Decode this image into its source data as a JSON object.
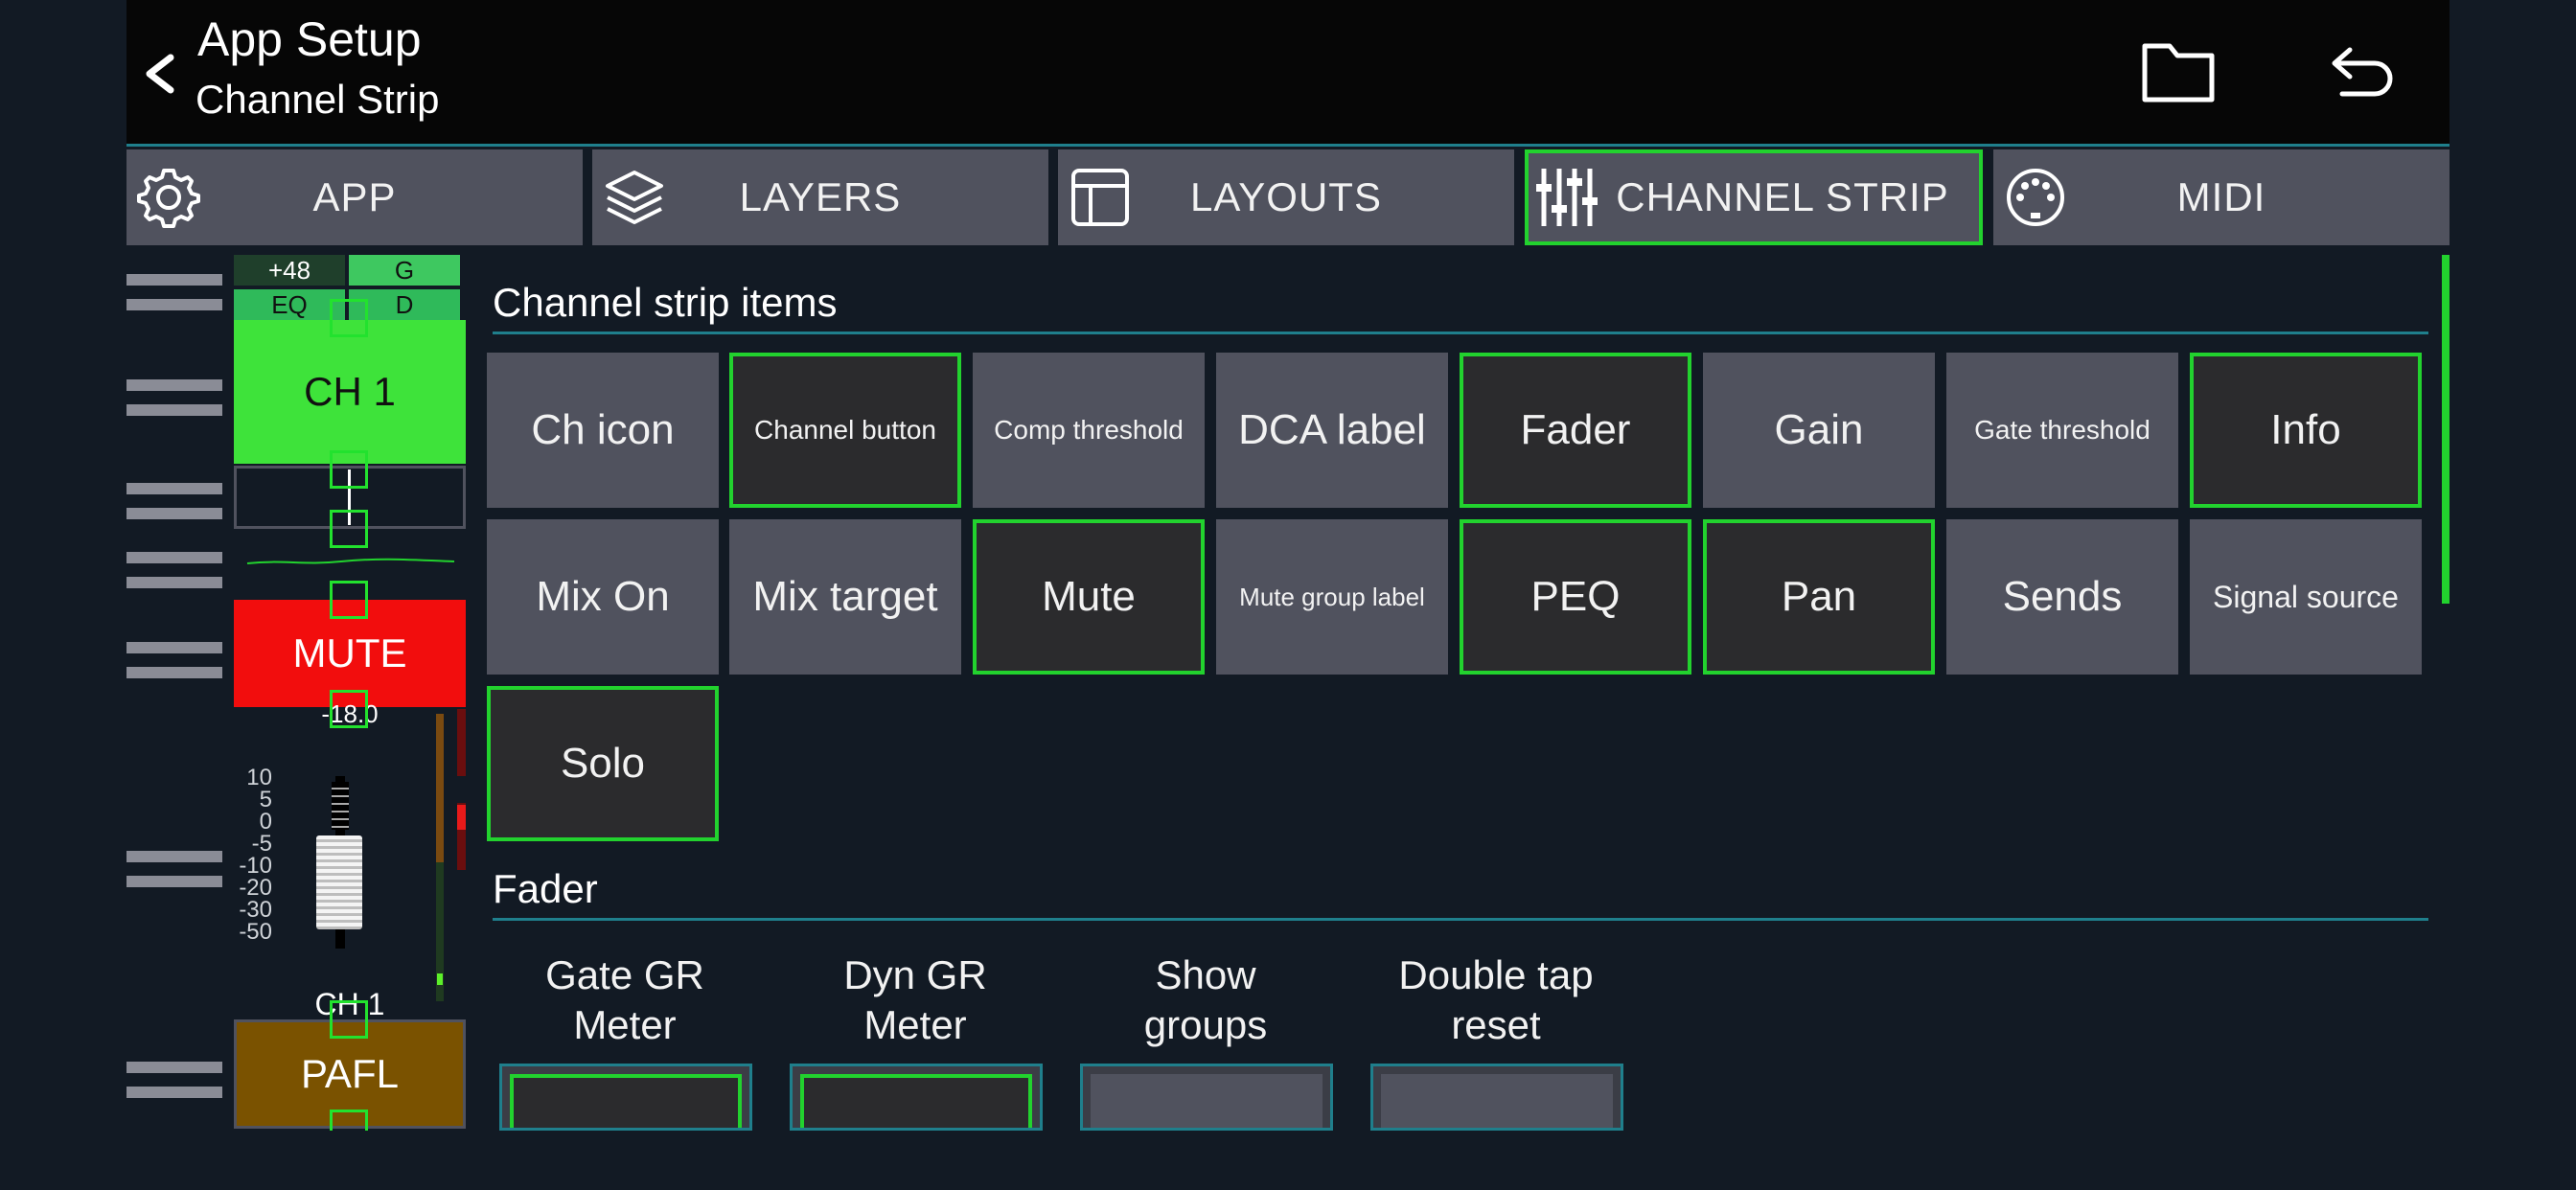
{
  "header": {
    "title": "App Setup",
    "subtitle": "Channel Strip",
    "back_icon": "chevron-left-icon",
    "folder_icon": "folder-icon",
    "undo_icon": "undo-icon"
  },
  "tabs": [
    {
      "label": "APP",
      "icon": "gear-icon",
      "active": false
    },
    {
      "label": "LAYERS",
      "icon": "layers-icon",
      "active": false
    },
    {
      "label": "LAYOUTS",
      "icon": "layout-icon",
      "active": false
    },
    {
      "label": "CHANNEL STRIP",
      "icon": "sliders-icon",
      "active": true
    },
    {
      "label": "MIDI",
      "icon": "midi-icon",
      "active": false
    }
  ],
  "preview": {
    "phantom": "+48",
    "gate": "G",
    "eq": "EQ",
    "dyn": "D",
    "channel": "CH 1",
    "mute": "MUTE",
    "fader_value": "-18.0",
    "scale": [
      "10",
      "5",
      "0",
      "-5",
      "-10",
      "-20",
      "-30",
      "-50"
    ],
    "name": "CH 1",
    "solo": "PAFL"
  },
  "sections": {
    "items_title": "Channel strip items",
    "fader_title": "Fader"
  },
  "items": [
    {
      "label": "Ch icon",
      "on": false
    },
    {
      "label": "Channel button",
      "on": true
    },
    {
      "label": "Comp threshold",
      "on": false
    },
    {
      "label": "DCA label",
      "on": false
    },
    {
      "label": "Fader",
      "on": true
    },
    {
      "label": "Gain",
      "on": false
    },
    {
      "label": "Gate threshold",
      "on": false
    },
    {
      "label": "Info",
      "on": true
    },
    {
      "label": "Mix On",
      "on": false
    },
    {
      "label": "Mix target",
      "on": false
    },
    {
      "label": "Mute",
      "on": true
    },
    {
      "label": "Mute group label",
      "on": false
    },
    {
      "label": "PEQ",
      "on": true
    },
    {
      "label": "Pan",
      "on": true
    },
    {
      "label": "Sends",
      "on": false
    },
    {
      "label": "Signal source",
      "on": false
    },
    {
      "label": "Solo",
      "on": true
    }
  ],
  "fader_options": [
    {
      "line1": "Gate GR",
      "line2": "Meter",
      "on": true
    },
    {
      "line1": "Dyn GR",
      "line2": "Meter",
      "on": true
    },
    {
      "line1": "Show",
      "line2": "groups",
      "on": false
    },
    {
      "line1": "Double tap",
      "line2": "reset",
      "on": false
    }
  ],
  "colors": {
    "accent_green": "#22d22e",
    "teal_line": "#1f7f8c",
    "mute_red": "#f20d0d",
    "channel_green": "#3ee33a",
    "pafl_brown": "#7a5200"
  }
}
